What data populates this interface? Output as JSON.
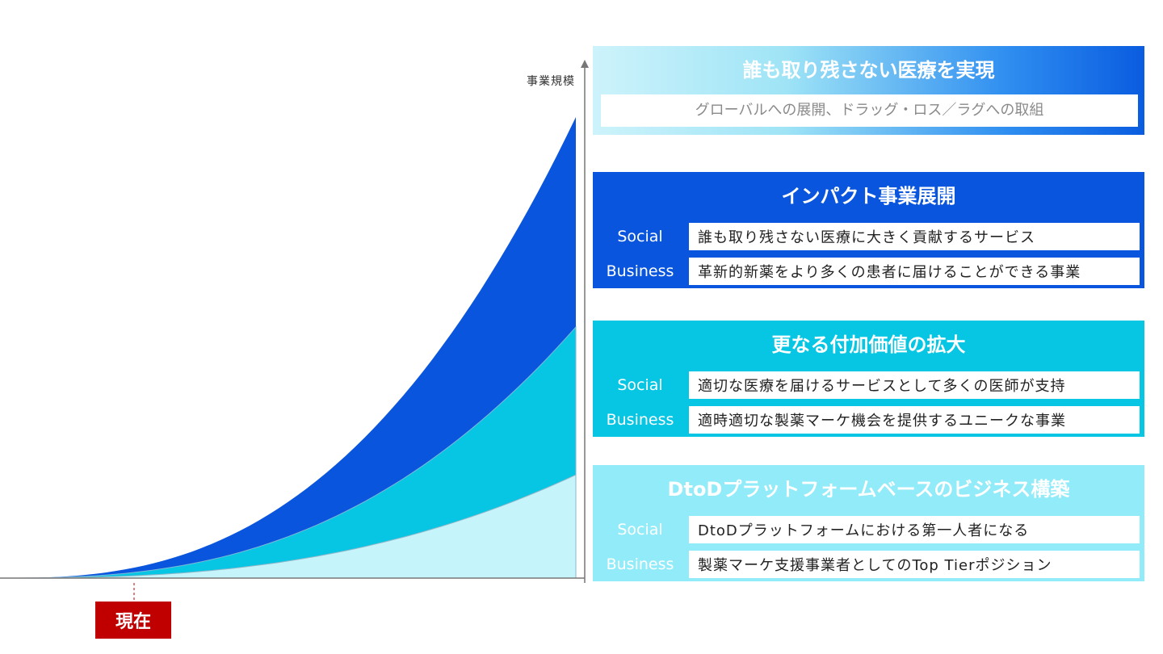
{
  "diagram": {
    "y_axis_label": "事業規模",
    "now_label": "現在",
    "colors": {
      "top_layer": "#0a55dd",
      "middle_layer": "#07c6e3",
      "bottom_layer": "#c5f4fb",
      "axis": "#777777",
      "now_marker": "#c00000"
    }
  },
  "panels": [
    {
      "title": "誰も取り残さない医療を実現",
      "subtitle": "グローバルへの展開、ドラッグ・ロス／ラグへの取組"
    },
    {
      "title": "インパクト事業展開",
      "rows": [
        {
          "tag": "Social",
          "text": "誰も取り残さない医療に大きく貢献するサービス"
        },
        {
          "tag": "Business",
          "text": "革新的新薬をより多くの患者に届けることができる事業"
        }
      ]
    },
    {
      "title": "更なる付加価値の拡大",
      "rows": [
        {
          "tag": "Social",
          "text": "適切な医療を届けるサービスとして多くの医師が支持"
        },
        {
          "tag": "Business",
          "text": "適時適切な製薬マーケ機会を提供するユニークな事業"
        }
      ]
    },
    {
      "title": "DtoDプラットフォームベースのビジネス構築",
      "rows": [
        {
          "tag": "Social",
          "text": "DtoDプラットフォームにおける第一人者になる"
        },
        {
          "tag": "Business",
          "text": "製薬マーケ支援事業者としてのTop Tierポジション"
        }
      ]
    }
  ]
}
